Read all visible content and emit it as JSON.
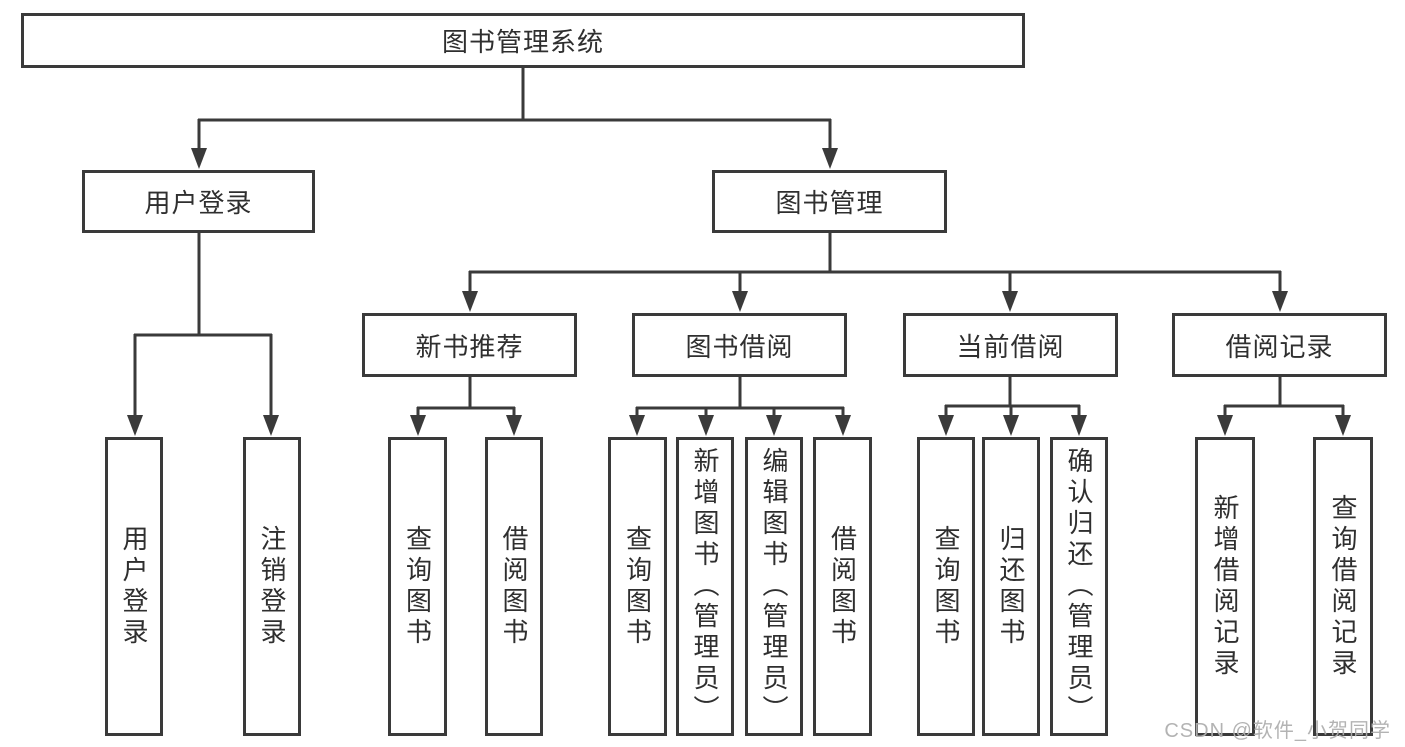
{
  "diagram": {
    "title": "图书管理系统",
    "watermark": "CSDN @软件_小贺同学",
    "colors": {
      "line": "#3a3a3a",
      "box_border": "#3a3a3a",
      "box_fill": "#ffffff",
      "text": "#2f2f2f",
      "watermark": "#afafaf",
      "background": "#ffffff"
    },
    "tree": {
      "label": "图书管理系统",
      "children": [
        {
          "label": "用户登录",
          "children": [
            {
              "label": "用户登录"
            },
            {
              "label": "注销登录"
            }
          ]
        },
        {
          "label": "图书管理",
          "children": [
            {
              "label": "新书推荐",
              "children": [
                {
                  "label": "查询图书"
                },
                {
                  "label": "借阅图书"
                }
              ]
            },
            {
              "label": "图书借阅",
              "children": [
                {
                  "label": "查询图书"
                },
                {
                  "label": "新增图书（管理员）"
                },
                {
                  "label": "编辑图书（管理员）"
                },
                {
                  "label": "借阅图书"
                }
              ]
            },
            {
              "label": "当前借阅",
              "children": [
                {
                  "label": "查询图书"
                },
                {
                  "label": "归还图书"
                },
                {
                  "label": "确认归还（管理员）"
                }
              ]
            },
            {
              "label": "借阅记录",
              "children": [
                {
                  "label": "新增借阅记录"
                },
                {
                  "label": "查询借阅记录"
                }
              ]
            }
          ]
        }
      ]
    }
  }
}
